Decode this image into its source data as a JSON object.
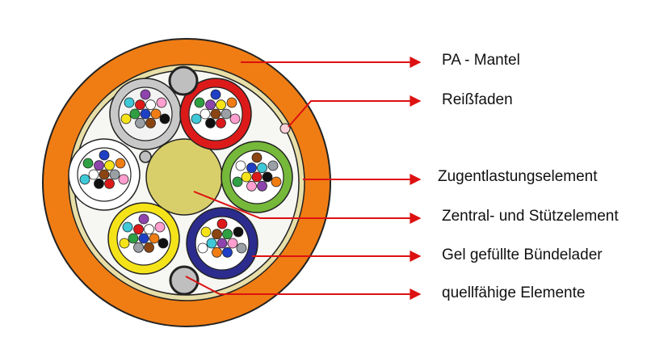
{
  "labels": {
    "jacket": "PA - Mantel",
    "ripcord": "Reißfaden",
    "strength_member": "Zugentlastungselement",
    "central_member": "Zentral- und Stützelement",
    "buffer_tubes": "Gel gefüllte Bündelader",
    "swelling_elements": "quellfähige Elemente"
  },
  "colors": {
    "jacket": "#f07d14",
    "strength_ring": "#e8dfa8",
    "central_member": "#d9cf6a",
    "arrow": "#dd1111",
    "fill_bg": "#f6f6f2"
  },
  "buffer_tubes": [
    {
      "tube_color": "#c8c8c8",
      "inner": "#f3f3f3"
    },
    {
      "tube_color": "#dd1a1a",
      "inner": "#ffffff"
    },
    {
      "tube_color": "#75b83a",
      "inner": "#ffffff"
    },
    {
      "tube_color": "#2c2c8e",
      "inner": "#ffffff"
    },
    {
      "tube_color": "#f5e31a",
      "inner": "#ffffff"
    },
    {
      "tube_color": "#ffffff",
      "inner": "#ffffff"
    }
  ],
  "fiber_colors": [
    "#1f3fc4",
    "#f07d14",
    "#2ea043",
    "#8b4513",
    "#9aa0a6",
    "#ffffff",
    "#dd1a1a",
    "#111111",
    "#f5e31a",
    "#8e44ad",
    "#ff9ecf",
    "#3ec8d8"
  ]
}
